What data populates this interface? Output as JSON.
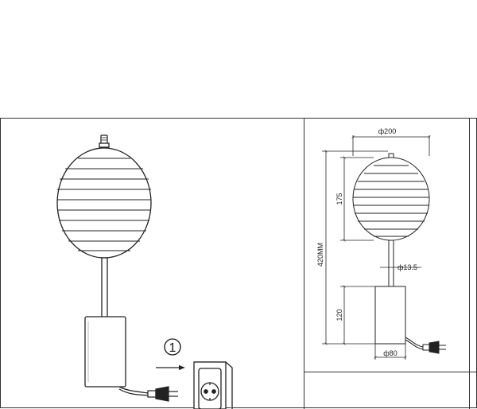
{
  "left_panel": {
    "step_number": "1"
  },
  "right_panel": {
    "dimensions": {
      "shade_diameter": "ф200",
      "shade_height": "175",
      "total_height": "420MM",
      "stem_diameter": "ф13.5",
      "base_height": "120",
      "base_diameter": "ф80"
    }
  },
  "icons": [
    "table-lamp-drawing",
    "wall-socket-icon",
    "plug-icon",
    "arrow-right-icon"
  ]
}
